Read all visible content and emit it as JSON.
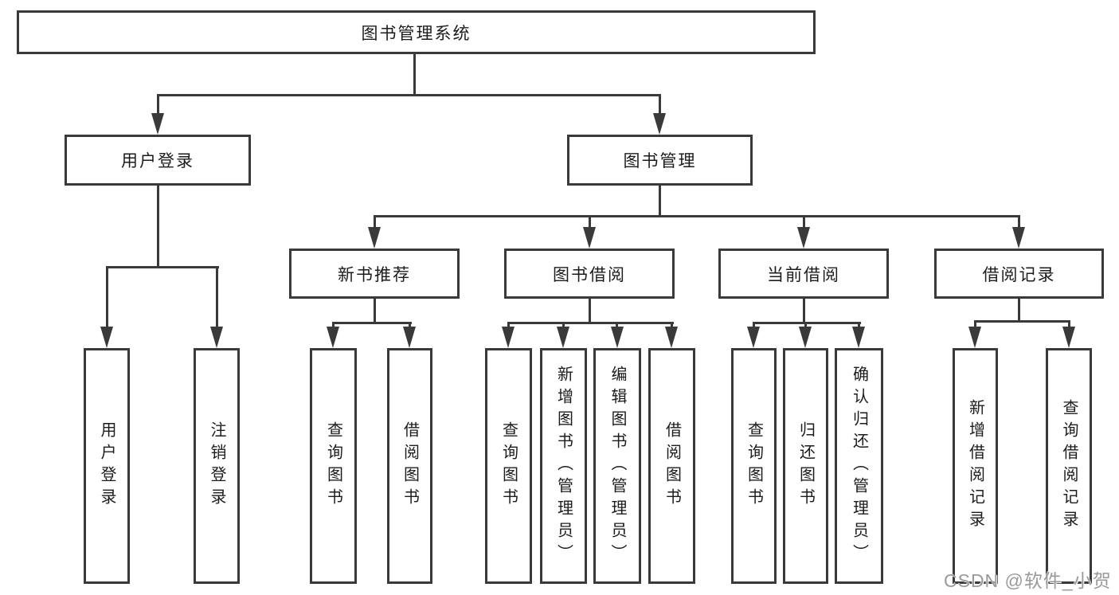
{
  "diagram_title": "图书管理系统",
  "colors": {
    "line": "#3a3a3a",
    "text": "#1c1c1c",
    "background": "#ffffff",
    "watermark": "#9a9a9a"
  },
  "nodes": {
    "root": "图书管理系统",
    "user_login": "用户登录",
    "book_management": "图书管理",
    "new_book_recommend": "新书推荐",
    "book_borrow": "图书借阅",
    "current_borrow": "当前借阅",
    "borrow_records": "借阅记录",
    "login": "用户登录",
    "logout": "注销登录",
    "nb_query_book": "查询图书",
    "nb_borrow_book": "借阅图书",
    "bb_query_book": "查询图书",
    "bb_add_book": "新增图书（管理员）",
    "bb_edit_book": "编辑图书（管理员）",
    "bb_borrow_book": "借阅图书",
    "cb_query_book": "查询图书",
    "cb_return_book": "归还图书",
    "cb_confirm_return": "确认归还（管理员）",
    "br_add_record": "新增借阅记录",
    "br_query_record": "查询借阅记录"
  },
  "hierarchy": {
    "root": "图书管理系统",
    "children": [
      {
        "label": "用户登录",
        "children": [
          "用户登录",
          "注销登录"
        ]
      },
      {
        "label": "图书管理",
        "children": [
          {
            "label": "新书推荐",
            "children": [
              "查询图书",
              "借阅图书"
            ]
          },
          {
            "label": "图书借阅",
            "children": [
              "查询图书",
              "新增图书（管理员）",
              "编辑图书（管理员）",
              "借阅图书"
            ]
          },
          {
            "label": "当前借阅",
            "children": [
              "查询图书",
              "归还图书",
              "确认归还（管理员）"
            ]
          },
          {
            "label": "借阅记录",
            "children": [
              "新增借阅记录",
              "查询借阅记录"
            ]
          }
        ]
      }
    ]
  },
  "watermark": "CSDN @软件_小贺同学"
}
